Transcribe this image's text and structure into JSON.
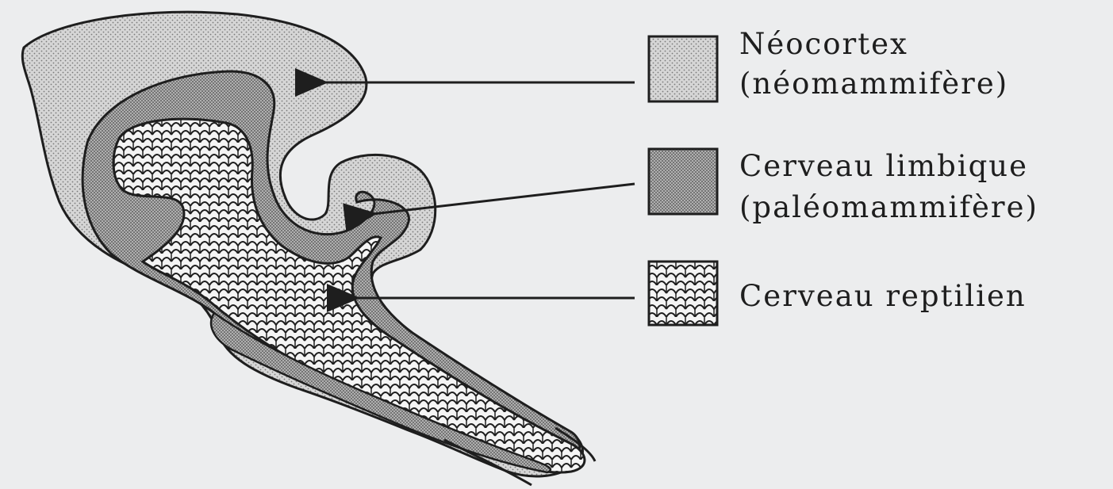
{
  "diagram": {
    "legend": [
      {
        "id": "neocortex",
        "label_line1": "Néocortex",
        "label_line2": "(néomammifère)",
        "pattern": "light-stipple"
      },
      {
        "id": "limbic",
        "label_line1": "Cerveau limbique",
        "label_line2": "(paléomammifère)",
        "pattern": "dense-stipple"
      },
      {
        "id": "reptilian",
        "label_line1": "Cerveau reptilien",
        "label_line2": "",
        "pattern": "scale-crosshatch"
      }
    ],
    "colors": {
      "background": "#ecedee",
      "ink": "#1e1e1e",
      "neocortex_fill": "#c9c9c9",
      "limbic_fill": "#a3a3a3",
      "reptilian_fill": "#f2f2f2"
    }
  }
}
